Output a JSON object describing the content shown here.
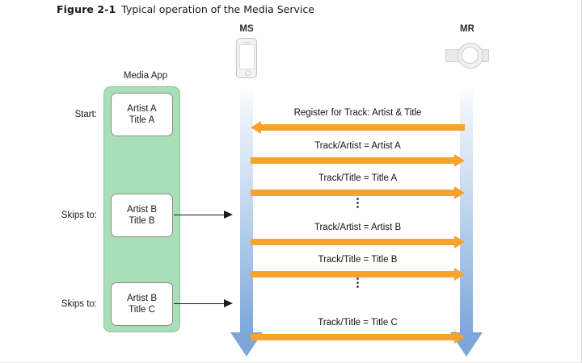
{
  "figure": {
    "number": "Figure 2-1",
    "title": "Typical operation of the Media Service"
  },
  "colors": {
    "message_arrow": "#F6A22B",
    "lifeline_blue": "#7EA6DA",
    "media_app_panel": "#A8DFB8",
    "connector_black": "#1C1C1C"
  },
  "columns": [
    {
      "label": "MS",
      "icon": "phone-icon"
    },
    {
      "label": "MR",
      "icon": "watch-icon"
    }
  ],
  "media_app": {
    "title": "Media App",
    "tracks": [
      {
        "side_label": "Start:",
        "artist": "Artist A",
        "title": "Title A",
        "has_skip_arrow": false
      },
      {
        "side_label": "Skips to:",
        "artist": "Artist B",
        "title": "Title B",
        "has_skip_arrow": true
      },
      {
        "side_label": "Skips to:",
        "artist": "Artist B",
        "title": "Title C",
        "has_skip_arrow": true
      }
    ]
  },
  "messages": [
    {
      "label": "Register for Track: Artist & Title",
      "direction": "to-left"
    },
    {
      "label": "Track/Artist = Artist A",
      "direction": "to-right"
    },
    {
      "label": "Track/Title = Title A",
      "direction": "to-right"
    },
    {
      "label": "Track/Artist = Artist B",
      "direction": "to-right"
    },
    {
      "label": "Track/Title = Title B",
      "direction": "to-right"
    },
    {
      "label": "Track/Title = Title C",
      "direction": "to-right"
    }
  ],
  "ellipsis": [
    {
      "glyph": "⋮"
    },
    {
      "glyph": "⋮"
    }
  ]
}
